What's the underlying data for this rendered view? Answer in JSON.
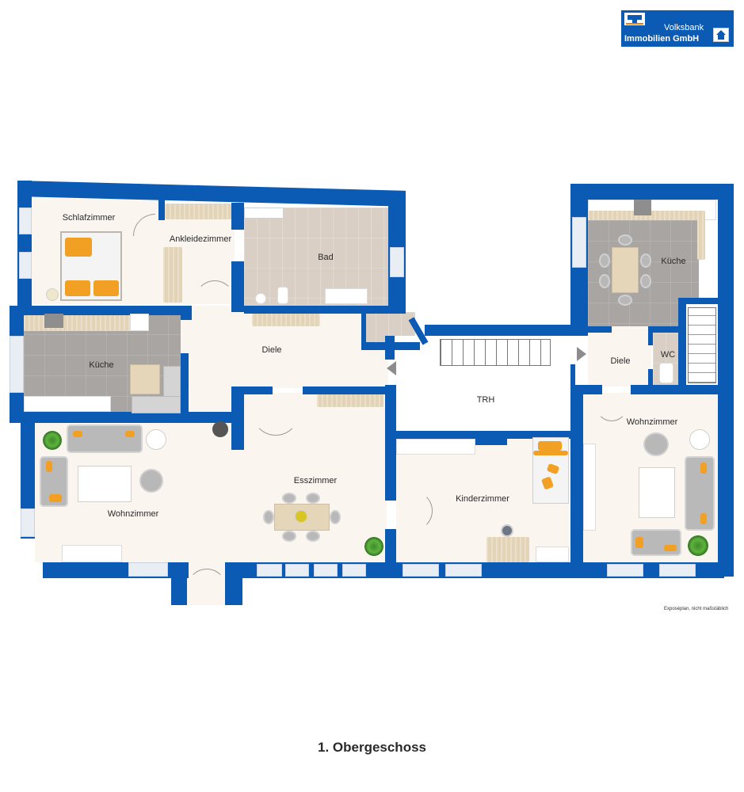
{
  "logo": {
    "line1": "Volksbank",
    "line2": "Immobilien GmbH",
    "bg_color": "#0b5bb5",
    "icon": "house-icon"
  },
  "plan": {
    "title": "1. Obergeschoss",
    "disclaimer": "Exposéplan, nicht maßstäblich",
    "wall_color": "#0b5bb5",
    "floor_color": "#fbf5f0",
    "accent_color": "#f2a024",
    "rooms": [
      {
        "id": "schlafzimmer",
        "label": "Schlafzimmer"
      },
      {
        "id": "ankleidezimmer",
        "label": "Ankleidezimmer"
      },
      {
        "id": "bad",
        "label": "Bad"
      },
      {
        "id": "kueche-left",
        "label": "Küche"
      },
      {
        "id": "diele-main",
        "label": "Diele"
      },
      {
        "id": "trh",
        "label": "TRH"
      },
      {
        "id": "kueche-right",
        "label": "Küche"
      },
      {
        "id": "diele-right",
        "label": "Diele"
      },
      {
        "id": "wc",
        "label": "WC"
      },
      {
        "id": "wohnzimmer-left",
        "label": "Wohnzimmer"
      },
      {
        "id": "esszimmer",
        "label": "Esszimmer"
      },
      {
        "id": "kinderzimmer",
        "label": "Kinderzimmer"
      },
      {
        "id": "wohnzimmer-right",
        "label": "Wohnzimmer"
      }
    ]
  }
}
